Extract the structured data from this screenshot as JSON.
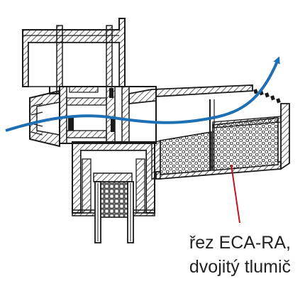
{
  "caption": {
    "line1": "řez ECA-RA,",
    "line2": "dvojitý tlumič"
  },
  "colors": {
    "outline": "#1a1a1a",
    "flow_arrow": "#1f6fb5",
    "pointer": "#c0141e",
    "filling": "#ffffff"
  },
  "icons": {
    "flow": "airflow-arrow",
    "pointer": "pointer-line"
  }
}
